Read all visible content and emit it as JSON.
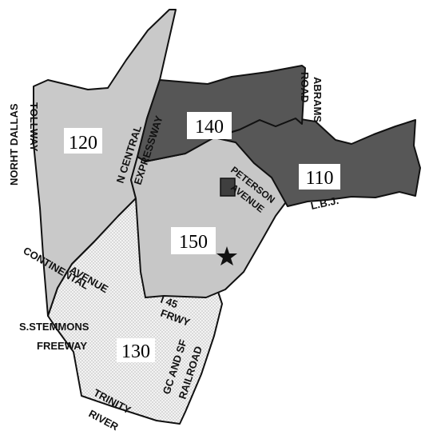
{
  "colors": {
    "background": "#ffffff",
    "region_120": "#c9c9c9",
    "region_130": "#f1f1f1",
    "region_140": "#565656",
    "region_150": "#c7c7c7",
    "region_110": "#575757",
    "border": "#111111"
  },
  "regions": {
    "r120": "120",
    "r130": "130",
    "r140": "140",
    "r150": "150",
    "r110": "110"
  },
  "roads": {
    "north_dallas_1": "NORHT DALLAS",
    "north_dallas_2": "TOLLWAY",
    "central_1": "N CENTRAL",
    "central_2": "EXPRESSWAY",
    "abrams_1": "ABRAMS",
    "abrams_2": "ROAD",
    "peterson_1": "PETERSON",
    "peterson_2": "AVENUE",
    "lbj": "L.B.J.",
    "continental_1": "CONTINENTAL",
    "continental_2": "AVENUE",
    "i45_1": "I 45",
    "i45_2": "FRWY",
    "stemmons_1": "S.STEMMONS",
    "stemmons_2": "FREEWAY",
    "gc_1": "GC AND SF",
    "gc_2": "RAILROAD",
    "trinity_1": "TRINITY",
    "trinity_2": "RIVER"
  },
  "icons": {
    "marker": "star-icon"
  }
}
